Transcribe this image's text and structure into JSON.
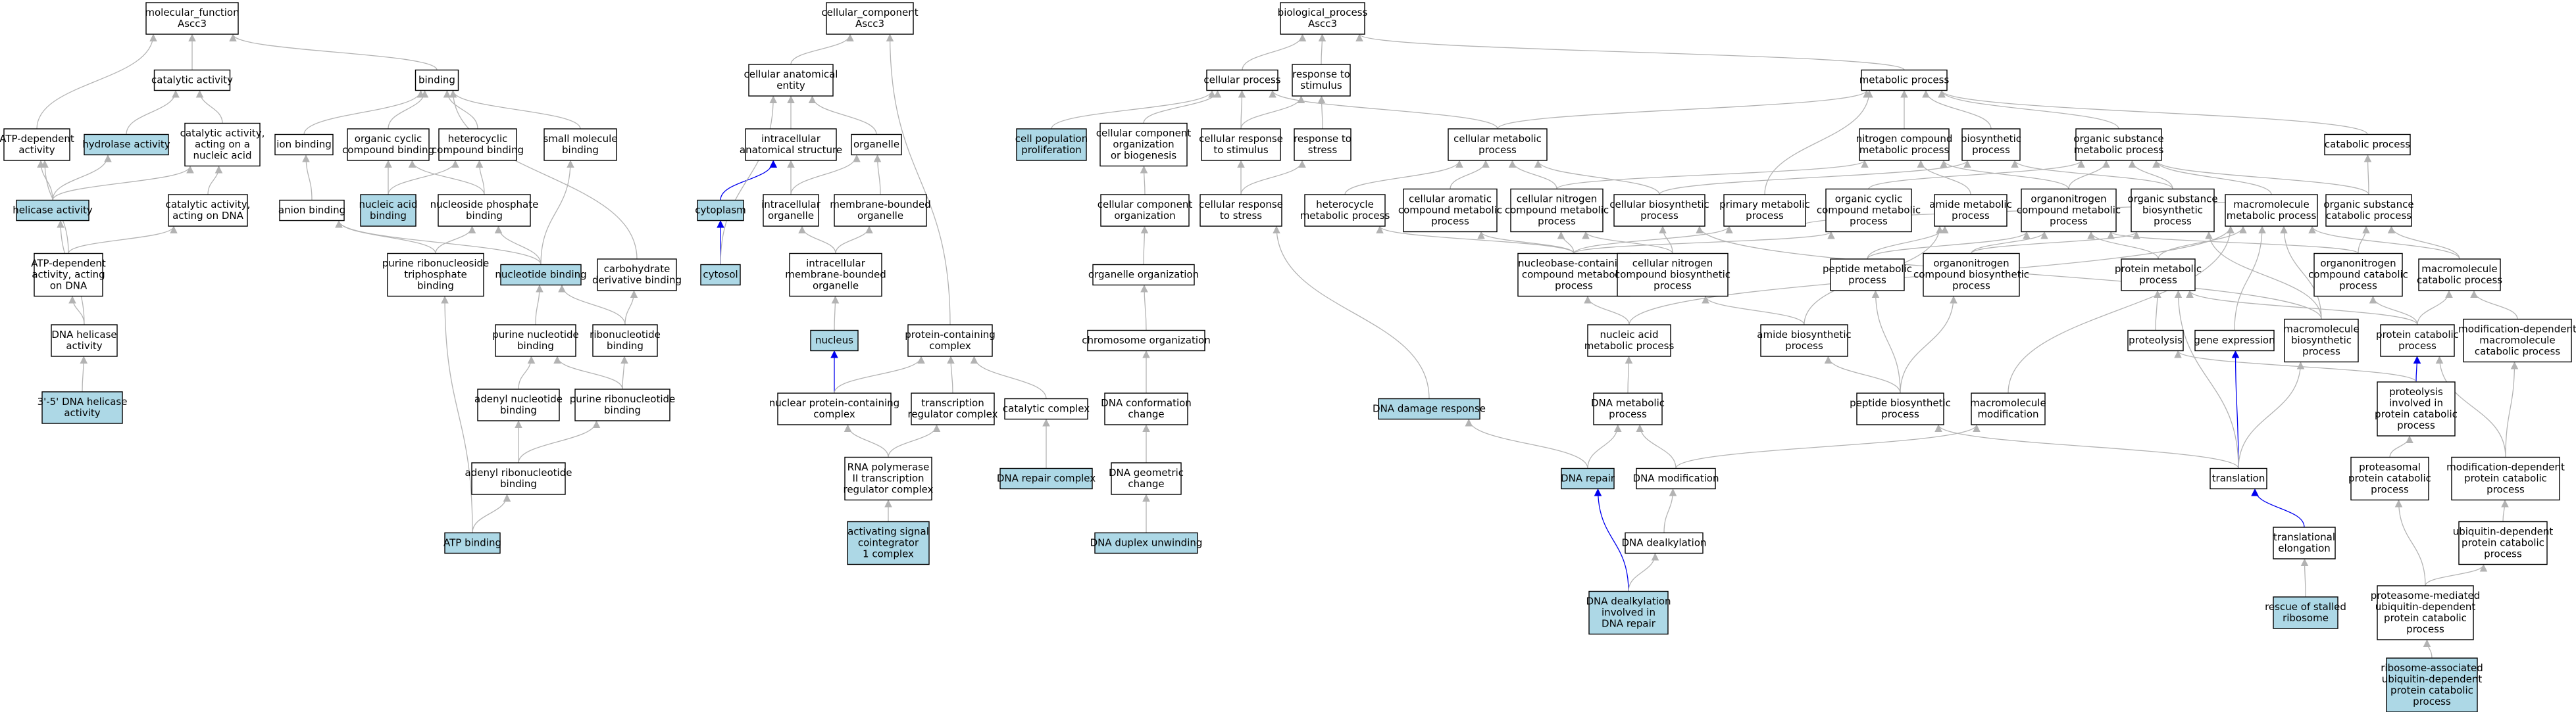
{
  "colors": {
    "highlight_fill": "#add8e6",
    "default_fill": "#ffffff",
    "node_border": "#000000",
    "edge_default": "#b3b3b3",
    "edge_highlight": "#0000ee"
  },
  "nodes": [
    {
      "id": "mf",
      "label": [
        "molecular_function",
        "Ascc3"
      ],
      "hl": false
    },
    {
      "id": "cat",
      "label": [
        "catalytic activity"
      ],
      "hl": false
    },
    {
      "id": "bind",
      "label": [
        "binding"
      ],
      "hl": false
    },
    {
      "id": "atpd",
      "label": [
        "ATP-dependent",
        "activity"
      ],
      "hl": false
    },
    {
      "id": "hyd",
      "label": [
        "hydrolase activity"
      ],
      "hl": true
    },
    {
      "id": "catna",
      "label": [
        "catalytic activity,",
        "acting on a",
        "nucleic acid"
      ],
      "hl": false
    },
    {
      "id": "ion",
      "label": [
        "ion binding"
      ],
      "hl": false
    },
    {
      "id": "occ",
      "label": [
        "organic cyclic",
        "compound binding"
      ],
      "hl": false
    },
    {
      "id": "het",
      "label": [
        "heterocyclic",
        "compound binding"
      ],
      "hl": false
    },
    {
      "id": "smb",
      "label": [
        "small molecule",
        "binding"
      ],
      "hl": false
    },
    {
      "id": "heli",
      "label": [
        "helicase activity"
      ],
      "hl": true
    },
    {
      "id": "catdna",
      "label": [
        "catalytic activity,",
        "acting on DNA"
      ],
      "hl": false
    },
    {
      "id": "anion",
      "label": [
        "anion binding"
      ],
      "hl": false
    },
    {
      "id": "nab",
      "label": [
        "nucleic acid",
        "binding"
      ],
      "hl": true
    },
    {
      "id": "npb",
      "label": [
        "nucleoside phosphate",
        "binding"
      ],
      "hl": false
    },
    {
      "id": "atpdna",
      "label": [
        "ATP-dependent",
        "activity, acting",
        "on DNA"
      ],
      "hl": false
    },
    {
      "id": "prntb",
      "label": [
        "purine ribonucleoside",
        "triphosphate",
        "binding"
      ],
      "hl": false
    },
    {
      "id": "ntb",
      "label": [
        "nucleotide binding"
      ],
      "hl": true
    },
    {
      "id": "cdb",
      "label": [
        "carbohydrate",
        "derivative binding"
      ],
      "hl": false
    },
    {
      "id": "dnah",
      "label": [
        "DNA helicase",
        "activity"
      ],
      "hl": false
    },
    {
      "id": "pnb",
      "label": [
        "purine nucleotide",
        "binding"
      ],
      "hl": false
    },
    {
      "id": "rnb",
      "label": [
        "ribonucleotide",
        "binding"
      ],
      "hl": false
    },
    {
      "id": "h35",
      "label": [
        "3'-5' DNA helicase",
        "activity"
      ],
      "hl": true
    },
    {
      "id": "anb",
      "label": [
        "adenyl nucleotide",
        "binding"
      ],
      "hl": false
    },
    {
      "id": "prnb",
      "label": [
        "purine ribonucleotide",
        "binding"
      ],
      "hl": false
    },
    {
      "id": "arnb",
      "label": [
        "adenyl ribonucleotide",
        "binding"
      ],
      "hl": false
    },
    {
      "id": "atpb",
      "label": [
        "ATP binding"
      ],
      "hl": true
    },
    {
      "id": "cc",
      "label": [
        "cellular_component",
        "Ascc3"
      ],
      "hl": false
    },
    {
      "id": "cae",
      "label": [
        "cellular anatomical",
        "entity"
      ],
      "hl": false
    },
    {
      "id": "ias",
      "label": [
        "intracellular",
        "anatomical structure"
      ],
      "hl": false
    },
    {
      "id": "org",
      "label": [
        "organelle"
      ],
      "hl": false
    },
    {
      "id": "cyto",
      "label": [
        "cytoplasm"
      ],
      "hl": true
    },
    {
      "id": "iorg",
      "label": [
        "intracellular",
        "organelle"
      ],
      "hl": false
    },
    {
      "id": "mbo",
      "label": [
        "membrane-bounded",
        "organelle"
      ],
      "hl": false
    },
    {
      "id": "cytosol",
      "label": [
        "cytosol"
      ],
      "hl": true
    },
    {
      "id": "imbo",
      "label": [
        "intracellular",
        "membrane-bounded",
        "organelle"
      ],
      "hl": false
    },
    {
      "id": "nuc",
      "label": [
        "nucleus"
      ],
      "hl": true
    },
    {
      "id": "pcc",
      "label": [
        "protein-containing",
        "complex"
      ],
      "hl": false
    },
    {
      "id": "npc",
      "label": [
        "nuclear protein-containing",
        "complex"
      ],
      "hl": false
    },
    {
      "id": "trc",
      "label": [
        "transcription",
        "regulator complex"
      ],
      "hl": false
    },
    {
      "id": "catc",
      "label": [
        "catalytic complex"
      ],
      "hl": false
    },
    {
      "id": "rnap",
      "label": [
        "RNA polymerase",
        "II transcription",
        "regulator complex"
      ],
      "hl": false
    },
    {
      "id": "dnarc",
      "label": [
        "DNA repair complex"
      ],
      "hl": true
    },
    {
      "id": "asc1",
      "label": [
        "activating signal",
        "cointegrator",
        "1 complex"
      ],
      "hl": true
    },
    {
      "id": "bp",
      "label": [
        "biological_process",
        "Ascc3"
      ],
      "hl": false
    },
    {
      "id": "cp",
      "label": [
        "cellular process"
      ],
      "hl": false
    },
    {
      "id": "rts",
      "label": [
        "response to",
        "stimulus"
      ],
      "hl": false
    },
    {
      "id": "mp",
      "label": [
        "metabolic process"
      ],
      "hl": false
    },
    {
      "id": "cpp",
      "label": [
        "cell population",
        "proliferation"
      ],
      "hl": true
    },
    {
      "id": "ccob",
      "label": [
        "cellular component",
        "organization",
        "or biogenesis"
      ],
      "hl": false
    },
    {
      "id": "crs",
      "label": [
        "cellular response",
        "to stimulus"
      ],
      "hl": false
    },
    {
      "id": "rtst",
      "label": [
        "response to",
        "stress"
      ],
      "hl": false
    },
    {
      "id": "cmp",
      "label": [
        "cellular metabolic",
        "process"
      ],
      "hl": false
    },
    {
      "id": "ncmp",
      "label": [
        "nitrogen compound",
        "metabolic process"
      ],
      "hl": false
    },
    {
      "id": "bsp",
      "label": [
        "biosynthetic",
        "process"
      ],
      "hl": false
    },
    {
      "id": "osmp",
      "label": [
        "organic substance",
        "metabolic process"
      ],
      "hl": false
    },
    {
      "id": "catp",
      "label": [
        "catabolic process"
      ],
      "hl": false
    },
    {
      "id": "cco",
      "label": [
        "cellular component",
        "organization"
      ],
      "hl": false
    },
    {
      "id": "crst",
      "label": [
        "cellular response",
        "to stress"
      ],
      "hl": false
    },
    {
      "id": "hmp",
      "label": [
        "heterocycle",
        "metabolic process"
      ],
      "hl": false
    },
    {
      "id": "cacmp",
      "label": [
        "cellular aromatic",
        "compound metabolic",
        "process"
      ],
      "hl": false
    },
    {
      "id": "cncmp",
      "label": [
        "cellular nitrogen",
        "compound metabolic",
        "process"
      ],
      "hl": false
    },
    {
      "id": "cbp",
      "label": [
        "cellular biosynthetic",
        "process"
      ],
      "hl": false
    },
    {
      "id": "pmp",
      "label": [
        "primary metabolic",
        "process"
      ],
      "hl": false
    },
    {
      "id": "occmp",
      "label": [
        "organic cyclic",
        "compound metabolic",
        "process"
      ],
      "hl": false
    },
    {
      "id": "amp",
      "label": [
        "amide metabolic",
        "process"
      ],
      "hl": false
    },
    {
      "id": "oncmp",
      "label": [
        "organonitrogen",
        "compound metabolic",
        "process"
      ],
      "hl": false
    },
    {
      "id": "osbp",
      "label": [
        "organic substance",
        "biosynthetic",
        "process"
      ],
      "hl": false
    },
    {
      "id": "mmp",
      "label": [
        "macromolecule",
        "metabolic process"
      ],
      "hl": false
    },
    {
      "id": "oscp",
      "label": [
        "organic substance",
        "catabolic process"
      ],
      "hl": false
    },
    {
      "id": "oo",
      "label": [
        "organelle organization"
      ],
      "hl": false
    },
    {
      "id": "nbcmp",
      "label": [
        "nucleobase-containing",
        "compound metabolic",
        "process"
      ],
      "hl": false
    },
    {
      "id": "cncbp",
      "label": [
        "cellular nitrogen",
        "compound biosynthetic",
        "process"
      ],
      "hl": false
    },
    {
      "id": "pepmp",
      "label": [
        "peptide metabolic",
        "process"
      ],
      "hl": false
    },
    {
      "id": "oncbp",
      "label": [
        "organonitrogen",
        "compound biosynthetic",
        "process"
      ],
      "hl": false
    },
    {
      "id": "protmp",
      "label": [
        "protein metabolic",
        "process"
      ],
      "hl": false
    },
    {
      "id": "onccp",
      "label": [
        "organonitrogen",
        "compound catabolic",
        "process"
      ],
      "hl": false
    },
    {
      "id": "mcp",
      "label": [
        "macromolecule",
        "catabolic process"
      ],
      "hl": false
    },
    {
      "id": "chro",
      "label": [
        "chromosome organization"
      ],
      "hl": false
    },
    {
      "id": "namp",
      "label": [
        "nucleic acid",
        "metabolic process"
      ],
      "hl": false
    },
    {
      "id": "abp",
      "label": [
        "amide biosynthetic",
        "process"
      ],
      "hl": false
    },
    {
      "id": "prot",
      "label": [
        "proteolysis"
      ],
      "hl": false
    },
    {
      "id": "gexp",
      "label": [
        "gene expression"
      ],
      "hl": false
    },
    {
      "id": "mbp",
      "label": [
        "macromolecule",
        "biosynthetic",
        "process"
      ],
      "hl": false
    },
    {
      "id": "pcp",
      "label": [
        "protein catabolic",
        "process"
      ],
      "hl": false
    },
    {
      "id": "mdmcp",
      "label": [
        "modification-dependent",
        "macromolecule",
        "catabolic process"
      ],
      "hl": false
    },
    {
      "id": "dncc",
      "label": [
        "DNA conformation",
        "change"
      ],
      "hl": false
    },
    {
      "id": "dnadr",
      "label": [
        "DNA damage response"
      ],
      "hl": true
    },
    {
      "id": "dnamp",
      "label": [
        "DNA metabolic",
        "process"
      ],
      "hl": false
    },
    {
      "id": "pepbp",
      "label": [
        "peptide biosynthetic",
        "process"
      ],
      "hl": false
    },
    {
      "id": "mmod",
      "label": [
        "macromolecule",
        "modification"
      ],
      "hl": false
    },
    {
      "id": "pipcp",
      "label": [
        "proteolysis",
        "involved in",
        "protein catabolic",
        "process"
      ],
      "hl": false
    },
    {
      "id": "dnagc",
      "label": [
        "DNA geometric",
        "change"
      ],
      "hl": false
    },
    {
      "id": "dnar",
      "label": [
        "DNA repair"
      ],
      "hl": true
    },
    {
      "id": "dnamod",
      "label": [
        "DNA modification"
      ],
      "hl": false
    },
    {
      "id": "trans",
      "label": [
        "translation"
      ],
      "hl": false
    },
    {
      "id": "ppcp",
      "label": [
        "proteasomal",
        "protein catabolic",
        "process"
      ],
      "hl": false
    },
    {
      "id": "mdpcp",
      "label": [
        "modification-dependent",
        "protein catabolic",
        "process"
      ],
      "hl": false
    },
    {
      "id": "dnadu",
      "label": [
        "DNA duplex unwinding"
      ],
      "hl": true
    },
    {
      "id": "dnadeal",
      "label": [
        "DNA dealkylation"
      ],
      "hl": false
    },
    {
      "id": "tel",
      "label": [
        "translational",
        "elongation"
      ],
      "hl": false
    },
    {
      "id": "ubdpcp",
      "label": [
        "ubiquitin-dependent",
        "protein catabolic",
        "process"
      ],
      "hl": false
    },
    {
      "id": "dndr",
      "label": [
        "DNA dealkylation",
        "involved in",
        "DNA repair"
      ],
      "hl": true
    },
    {
      "id": "rsr",
      "label": [
        "rescue of stalled",
        "ribosome"
      ],
      "hl": true
    },
    {
      "id": "pmu",
      "label": [
        "proteasome-mediated",
        "ubiquitin-dependent",
        "protein catabolic",
        "process"
      ],
      "hl": false
    },
    {
      "id": "rau",
      "label": [
        "ribosome-associated",
        "ubiquitin-dependent",
        "protein catabolic",
        "process"
      ],
      "hl": true
    }
  ],
  "edges": [
    [
      "cat",
      "mf"
    ],
    [
      "bind",
      "mf"
    ],
    [
      "atpd",
      "mf"
    ],
    [
      "hyd",
      "cat"
    ],
    [
      "catna",
      "cat"
    ],
    [
      "ion",
      "bind"
    ],
    [
      "occ",
      "bind"
    ],
    [
      "het",
      "bind"
    ],
    [
      "smb",
      "bind"
    ],
    [
      "cdb",
      "bind"
    ],
    [
      "heli",
      "atpd"
    ],
    [
      "heli",
      "catna"
    ],
    [
      "heli",
      "hyd"
    ],
    [
      "catdna",
      "catna"
    ],
    [
      "anion",
      "ion"
    ],
    [
      "nab",
      "occ"
    ],
    [
      "nab",
      "het"
    ],
    [
      "npb",
      "occ"
    ],
    [
      "npb",
      "het"
    ],
    [
      "atpdna",
      "catdna"
    ],
    [
      "atpdna",
      "atpd"
    ],
    [
      "prntb",
      "anion"
    ],
    [
      "prntb",
      "npb"
    ],
    [
      "ntb",
      "npb"
    ],
    [
      "ntb",
      "smb"
    ],
    [
      "ntb",
      "anion"
    ],
    [
      "dnah",
      "heli"
    ],
    [
      "dnah",
      "atpdna"
    ],
    [
      "pnb",
      "ntb"
    ],
    [
      "rnb",
      "ntb"
    ],
    [
      "rnb",
      "cdb"
    ],
    [
      "h35",
      "dnah"
    ],
    [
      "anb",
      "pnb"
    ],
    [
      "prnb",
      "pnb"
    ],
    [
      "prnb",
      "rnb"
    ],
    [
      "arnb",
      "anb"
    ],
    [
      "arnb",
      "prnb"
    ],
    [
      "atpb",
      "arnb"
    ],
    [
      "atpb",
      "prntb"
    ],
    [
      "cae",
      "cc"
    ],
    [
      "pcc",
      "cc"
    ],
    [
      "ias",
      "cae"
    ],
    [
      "org",
      "cae"
    ],
    [
      "cyto",
      "ias",
      "hl"
    ],
    [
      "iorg",
      "ias"
    ],
    [
      "iorg",
      "org"
    ],
    [
      "mbo",
      "org"
    ],
    [
      "cytosol",
      "cyto",
      "hl"
    ],
    [
      "cytosol",
      "cae"
    ],
    [
      "imbo",
      "iorg"
    ],
    [
      "imbo",
      "mbo"
    ],
    [
      "nuc",
      "imbo"
    ],
    [
      "npc",
      "nuc",
      "hl"
    ],
    [
      "npc",
      "pcc"
    ],
    [
      "trc",
      "pcc"
    ],
    [
      "catc",
      "pcc"
    ],
    [
      "rnap",
      "npc"
    ],
    [
      "rnap",
      "trc"
    ],
    [
      "asc1",
      "rnap"
    ],
    [
      "dnarc",
      "catc"
    ],
    [
      "cp",
      "bp"
    ],
    [
      "rts",
      "bp"
    ],
    [
      "mp",
      "bp"
    ],
    [
      "cpp",
      "cp"
    ],
    [
      "ccob",
      "cp"
    ],
    [
      "crs",
      "cp"
    ],
    [
      "crs",
      "rts"
    ],
    [
      "rtst",
      "rts"
    ],
    [
      "cmp",
      "cp"
    ],
    [
      "cmp",
      "mp"
    ],
    [
      "ncmp",
      "mp"
    ],
    [
      "bsp",
      "mp"
    ],
    [
      "osmp",
      "mp"
    ],
    [
      "catp",
      "mp"
    ],
    [
      "cco",
      "ccob"
    ],
    [
      "crst",
      "crs"
    ],
    [
      "crst",
      "rtst"
    ],
    [
      "hmp",
      "cmp"
    ],
    [
      "cacmp",
      "cmp"
    ],
    [
      "cncmp",
      "cmp"
    ],
    [
      "cncmp",
      "ncmp"
    ],
    [
      "cbp",
      "cmp"
    ],
    [
      "cbp",
      "bsp"
    ],
    [
      "pmp",
      "mp"
    ],
    [
      "occmp",
      "osmp"
    ],
    [
      "amp",
      "ncmp"
    ],
    [
      "oncmp",
      "ncmp"
    ],
    [
      "oncmp",
      "osmp"
    ],
    [
      "osbp",
      "osmp"
    ],
    [
      "osbp",
      "bsp"
    ],
    [
      "mmp",
      "osmp"
    ],
    [
      "mmp",
      "pmp"
    ],
    [
      "oscp",
      "osmp"
    ],
    [
      "oscp",
      "catp"
    ],
    [
      "oo",
      "cco"
    ],
    [
      "nbcmp",
      "hmp"
    ],
    [
      "nbcmp",
      "cacmp"
    ],
    [
      "nbcmp",
      "cncmp"
    ],
    [
      "nbcmp",
      "occmp"
    ],
    [
      "nbcmp",
      "pmp"
    ],
    [
      "cncbp",
      "cncmp"
    ],
    [
      "cncbp",
      "cbp"
    ],
    [
      "pepmp",
      "amp"
    ],
    [
      "pepmp",
      "oncmp"
    ],
    [
      "oncbp",
      "oncmp"
    ],
    [
      "oncbp",
      "osbp"
    ],
    [
      "protmp",
      "oncmp"
    ],
    [
      "protmp",
      "mmp"
    ],
    [
      "onccp",
      "oncmp"
    ],
    [
      "onccp",
      "oscp"
    ],
    [
      "mcp",
      "mmp"
    ],
    [
      "mcp",
      "oscp"
    ],
    [
      "chro",
      "oo"
    ],
    [
      "namp",
      "nbcmp"
    ],
    [
      "namp",
      "mmp"
    ],
    [
      "abp",
      "amp"
    ],
    [
      "abp",
      "cncbp"
    ],
    [
      "prot",
      "protmp"
    ],
    [
      "gexp",
      "mmp"
    ],
    [
      "mbp",
      "mmp"
    ],
    [
      "mbp",
      "osbp"
    ],
    [
      "mbp",
      "cbp"
    ],
    [
      "pcp",
      "protmp"
    ],
    [
      "pcp",
      "mcp"
    ],
    [
      "pcp",
      "onccp"
    ],
    [
      "mdmcp",
      "mcp"
    ],
    [
      "dncc",
      "chro"
    ],
    [
      "dnadr",
      "crst"
    ],
    [
      "dnamp",
      "namp"
    ],
    [
      "pepbp",
      "pepmp"
    ],
    [
      "pepbp",
      "abp"
    ],
    [
      "pepbp",
      "oncbp"
    ],
    [
      "mmod",
      "mmp"
    ],
    [
      "pipcp",
      "pcp",
      "hl"
    ],
    [
      "pipcp",
      "prot"
    ],
    [
      "dnagc",
      "dncc"
    ],
    [
      "dnar",
      "dnamp"
    ],
    [
      "dnar",
      "dnadr"
    ],
    [
      "dnamod",
      "dnamp"
    ],
    [
      "dnamod",
      "mmod"
    ],
    [
      "trans",
      "gexp",
      "hl"
    ],
    [
      "trans",
      "pepbp"
    ],
    [
      "trans",
      "mbp"
    ],
    [
      "trans",
      "protmp"
    ],
    [
      "ppcp",
      "pipcp"
    ],
    [
      "mdpcp",
      "mdmcp"
    ],
    [
      "mdpcp",
      "pcp"
    ],
    [
      "dnadu",
      "dnagc"
    ],
    [
      "dnadeal",
      "dnamod"
    ],
    [
      "tel",
      "trans",
      "hl"
    ],
    [
      "ubdpcp",
      "mdpcp"
    ],
    [
      "dndr",
      "dnar",
      "hl"
    ],
    [
      "dndr",
      "dnadeal"
    ],
    [
      "rsr",
      "tel"
    ],
    [
      "pmu",
      "ppcp"
    ],
    [
      "pmu",
      "ubdpcp"
    ],
    [
      "rau",
      "pmu"
    ]
  ]
}
